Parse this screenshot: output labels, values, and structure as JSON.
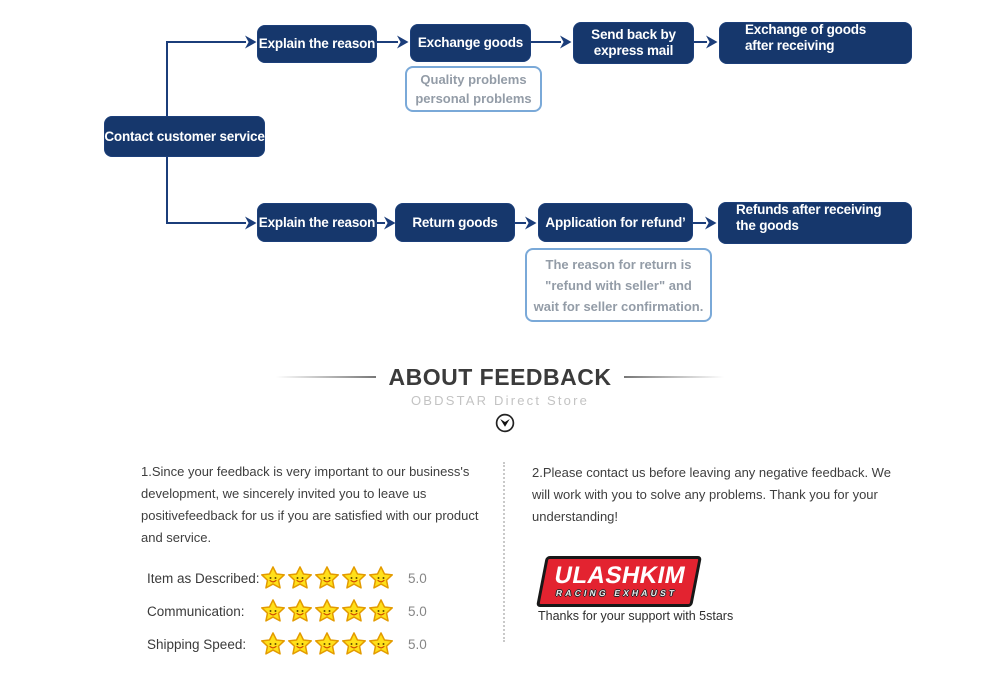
{
  "flowchart": {
    "colors": {
      "box_fill": "#16376c",
      "connector": "#1b3d7a",
      "note_border": "#7aa9d8",
      "note_text": "#939ca7"
    },
    "root": {
      "label": "Contact customer service"
    },
    "top_row": [
      {
        "label": "Explain the reason"
      },
      {
        "label": "Exchange goods"
      },
      {
        "label": "Send back by express mail",
        "lines": [
          "Send back by",
          "express mail"
        ]
      },
      {
        "label": "Exchange of goods after receiving",
        "lines": [
          "Exchange of goods",
          "after receiving"
        ]
      }
    ],
    "bottom_row": [
      {
        "label": "Explain the reason"
      },
      {
        "label": "Return goods"
      },
      {
        "label": "Application for refund’"
      },
      {
        "label": "Refunds after receiving the goods",
        "lines": [
          "Refunds after receiving",
          "the goods"
        ]
      }
    ],
    "notes": [
      {
        "lines": [
          "Quality problems",
          "personal problems"
        ]
      },
      {
        "lines": [
          "The reason for return is",
          "\"refund with seller\" and",
          "wait for seller confirmation."
        ]
      }
    ]
  },
  "feedback": {
    "title": "ABOUT FEEDBACK",
    "subtitle": "OBDSTAR Direct Store",
    "scroll_icon": "chevron-down-circle-icon",
    "left_paragraph": "1.Since your feedback is very important to our business's development, we sincerely invited you to leave us positivefeedback for us if you are satisfied with our product and service.",
    "right_paragraph": "2.Please contact us before leaving any negative feedback. We will work with you to solve any problems. Thank you for your understanding!",
    "ratings": [
      {
        "label": "Item as Described:",
        "stars": 5,
        "value": "5.0",
        "star_icon": "smiley-star-icon"
      },
      {
        "label": "Communication:",
        "stars": 5,
        "value": "5.0",
        "star_icon": "smiley-star-icon"
      },
      {
        "label": "Shipping Speed:",
        "stars": 5,
        "value": "5.0",
        "star_icon": "smiley-star-icon"
      }
    ],
    "logo": {
      "name": "ULASHKIM",
      "tagline": "RACING EXHAUST",
      "color": "#e32330"
    },
    "thanks": "Thanks for your support with 5stars"
  }
}
